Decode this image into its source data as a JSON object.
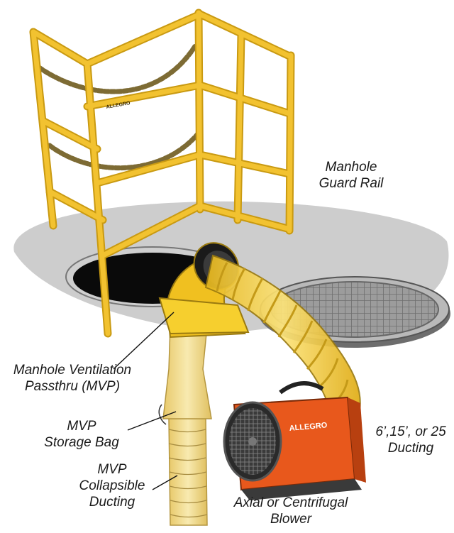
{
  "labels": {
    "guard_rail": [
      "Manhole",
      "Guard Rail"
    ],
    "mvp": [
      "Manhole Ventilation",
      "Passthru (MVP)"
    ],
    "storage_bag": [
      "MVP",
      "Storage Bag"
    ],
    "collapsible": [
      "MVP",
      "Collapsible",
      "Ducting"
    ],
    "blower": [
      "Axial or Centrifugal",
      "Blower"
    ],
    "ducting": [
      "6’,15’, or 25",
      "Ducting"
    ]
  },
  "brand": {
    "rail_logo": "ALLEGRO",
    "blower_logo": "ALLEGRO"
  },
  "colors": {
    "rail_yellow": "#f2c230",
    "duct_yellow": "#f6cf2e",
    "blower_orange": "#e8581c",
    "shadow_gray": "#c9c9c9",
    "cover_gray": "#8f8f8f"
  }
}
